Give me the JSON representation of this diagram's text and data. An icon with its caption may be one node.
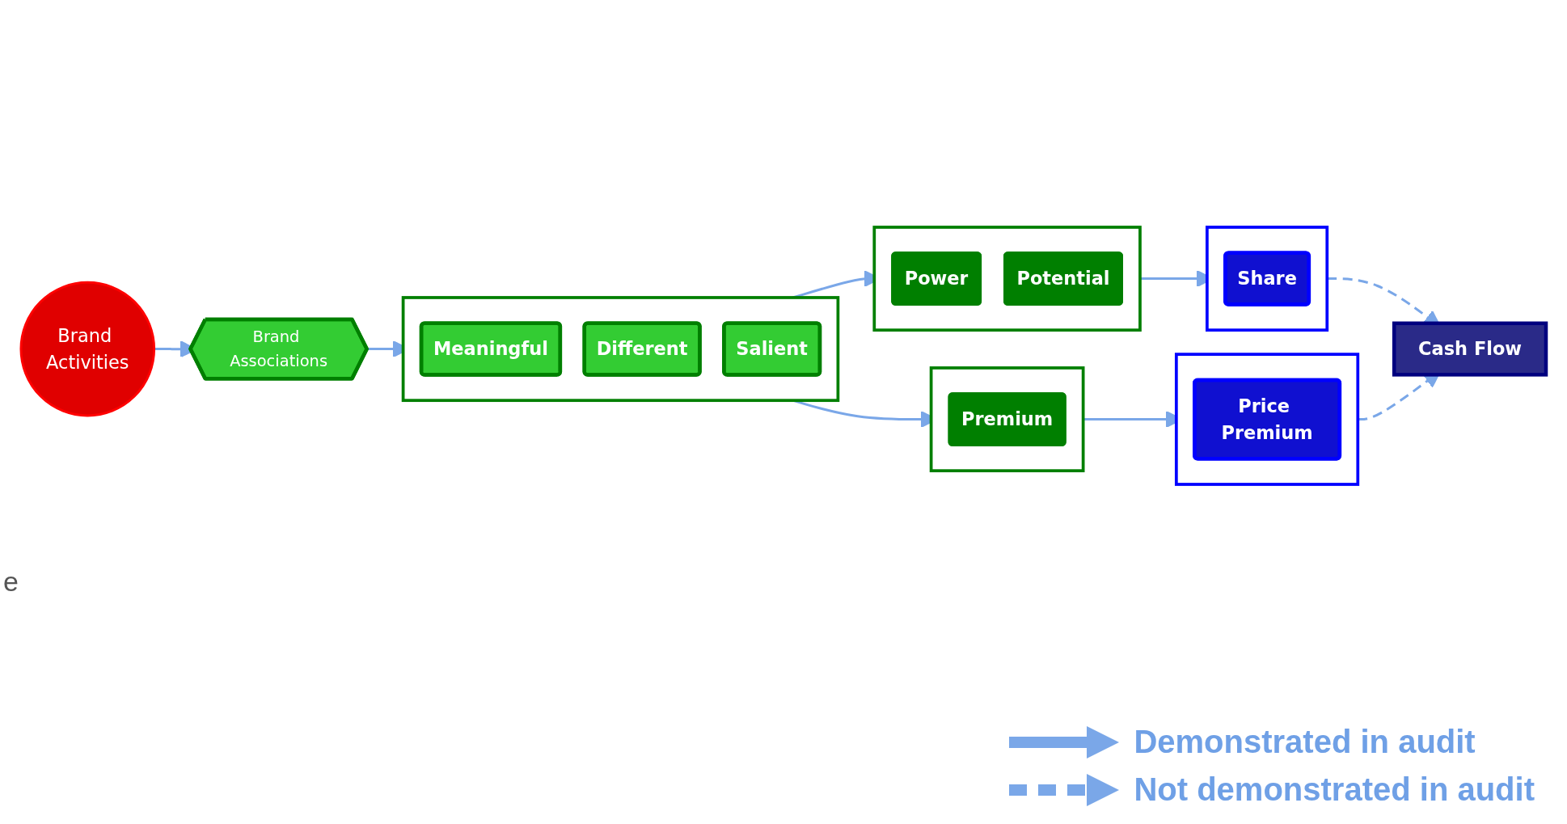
{
  "diagram": {
    "nodes": [
      {
        "text": [
          "Brand Associations"
        ]
      },
      {
        "text": [],
        "shape": "box"
      },
      {
        "text": [
          "Meaningful"
        ],
        "in": 1
      },
      {
        "text": [
          "Different"
        ],
        "in": 1
      },
      {
        "text": [
          "Salient"
        ],
        "in": 1
      },
      {
        "text": [],
        "shape": "box"
      },
      {
        "text": [
          "Power"
        ],
        "in": 5
      },
      {
        "text": [
          "Potential"
        ],
        "in": 5
      },
      {
        "text": [],
        "shape": "box"
      },
      {
        "text": [
          "Premium"
        ],
        "in": 8
      },
      {
        "text": [],
        "shape": "box"
      },
      {
        "text": [
          "Share"
        ],
        "in": 10
      },
      {
        "text": [],
        "shape": "box"
      },
      {
        "text": [
          "Price Premium"
        ],
        "in": 12
      },
      {
        "text": [
          "Cash Flow"
        ]
      },
      {
        "text": [
          "Brand Activities"
        ]
      }
    ],
    "edges": [
      {
        "from": 15,
        "to": 0,
        "arrow": "to"
      },
      {
        "from": 0,
        "to": 1,
        "arrow": "to"
      },
      {
        "from": 1,
        "to": 5,
        "arrow": "to"
      },
      {
        "from": 1,
        "to": 8,
        "arrow": "to"
      },
      {
        "from": 5,
        "to": 10,
        "arrow": "to"
      },
      {
        "from": 8,
        "to": 12,
        "arrow": "to"
      },
      {
        "from": 10,
        "to": 14,
        "arrow": "to",
        "style": "dashed"
      },
      {
        "from": 12,
        "to": 14,
        "arrow": "to",
        "style": "dashed"
      }
    ],
    "labels": [
      "e"
    ],
    "legend": [
      {
        "text": "Demonstrated in audit"
      },
      {
        "text": "Not demonstrated in audit"
      }
    ]
  }
}
